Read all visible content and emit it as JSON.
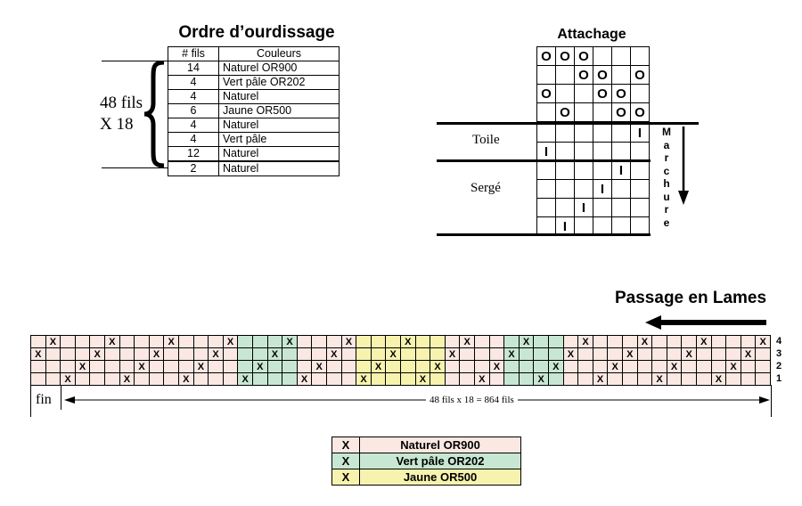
{
  "colors": {
    "naturel": "#fbe8e2",
    "vert": "#c8e7d2",
    "jaune": "#f7f3ae",
    "line": "#000000"
  },
  "warp_order": {
    "title": "Ordre d’ourdissage",
    "headers": [
      "# fils",
      "Couleurs"
    ],
    "rows": [
      {
        "count": "14",
        "color": "Naturel OR900"
      },
      {
        "count": "4",
        "color": "Vert pâle OR202"
      },
      {
        "count": "4",
        "color": "Naturel"
      },
      {
        "count": "6",
        "color": "Jaune OR500"
      },
      {
        "count": "4",
        "color": "Naturel"
      },
      {
        "count": "4",
        "color": "Vert pâle"
      },
      {
        "count": "12",
        "color": "Naturel"
      },
      {
        "count": "2",
        "color": "Naturel"
      }
    ],
    "repeat_line1": "48 fils",
    "repeat_line2": "X 18"
  },
  "tieup": {
    "title": "Attachage",
    "tie_rows": [
      [
        "O",
        "O",
        "O",
        "",
        "",
        ""
      ],
      [
        "",
        "",
        "O",
        "O",
        "",
        "O"
      ],
      [
        "O",
        "",
        "",
        "O",
        "O",
        ""
      ],
      [
        "",
        "O",
        "",
        "",
        "O",
        "O"
      ]
    ],
    "treadle_rows": [
      [
        "",
        "",
        "",
        "",
        "",
        "I"
      ],
      [
        "I",
        "",
        "",
        "",
        "",
        ""
      ],
      [
        "",
        "",
        "",
        "",
        "I",
        ""
      ],
      [
        "",
        "",
        "",
        "I",
        "",
        ""
      ],
      [
        "",
        "",
        "I",
        "",
        "",
        ""
      ],
      [
        "",
        "I",
        "",
        "",
        "",
        ""
      ]
    ],
    "label_toile": "Toile",
    "label_serge": "Sergé",
    "treadling_word": [
      "M",
      "a",
      "r",
      "c",
      "h",
      "u",
      "r",
      "e"
    ]
  },
  "threading": {
    "title": "Passage en Lames",
    "shaft_labels": [
      "4",
      "3",
      "2",
      "1"
    ],
    "fin_label": "fin",
    "total_label": "48 fils x 18 = 864 fils",
    "columns": [
      "n",
      "n",
      "n",
      "n",
      "n",
      "n",
      "n",
      "n",
      "n",
      "n",
      "n",
      "n",
      "n",
      "n",
      "v",
      "v",
      "v",
      "v",
      "n",
      "n",
      "n",
      "n",
      "j",
      "j",
      "j",
      "j",
      "j",
      "j",
      "n",
      "n",
      "n",
      "n",
      "v",
      "v",
      "v",
      "v",
      "n",
      "n",
      "n",
      "n",
      "n",
      "n",
      "n",
      "n",
      "n",
      "n",
      "n",
      "n",
      "n",
      "n"
    ],
    "shafts": [
      3,
      4,
      1,
      2,
      3,
      4,
      1,
      2,
      3,
      4,
      1,
      2,
      3,
      4,
      1,
      2,
      3,
      4,
      1,
      2,
      3,
      4,
      1,
      2,
      3,
      4,
      1,
      2,
      3,
      4,
      1,
      2,
      3,
      4,
      1,
      2,
      3,
      4,
      1,
      2,
      3,
      4,
      1,
      2,
      3,
      4,
      1,
      2,
      3,
      4
    ]
  },
  "legend": [
    {
      "mark": "X",
      "label": "Naturel OR900",
      "color": "#fbe8e2"
    },
    {
      "mark": "X",
      "label": "Vert pâle OR202",
      "color": "#c8e7d2"
    },
    {
      "mark": "X",
      "label": "Jaune OR500",
      "color": "#f7f3ae"
    }
  ]
}
